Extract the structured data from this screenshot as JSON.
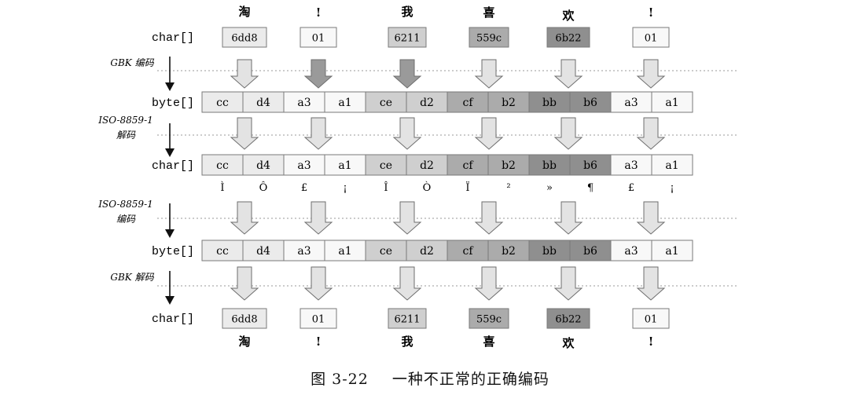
{
  "chars_top": [
    "淘",
    "!",
    "我",
    "喜",
    "欢",
    "!"
  ],
  "chars_bottom": [
    "淘",
    "!",
    "我",
    "喜",
    "欢",
    "!"
  ],
  "char_codes": [
    "6dd8",
    "01",
    "6211",
    "559c",
    "6b22",
    "01"
  ],
  "bytes": [
    "cc",
    "d4",
    "a3",
    "a1",
    "ce",
    "d2",
    "cf",
    "b2",
    "bb",
    "b6",
    "a3",
    "a1"
  ],
  "latin_chars": [
    "Ì",
    "Ô",
    "£",
    "¡",
    "Î",
    "Ò",
    "Ï",
    "²",
    "»",
    "¶",
    "£",
    "¡"
  ],
  "row_labels": {
    "char": "char[]",
    "byte": "byte[]"
  },
  "steps": [
    [
      "GBK 编码"
    ],
    [
      "ISO-8859-1",
      "解码"
    ],
    [
      "ISO-8859-1",
      "编码"
    ],
    [
      "GBK 解码"
    ]
  ],
  "caption": {
    "number": "图 3-22",
    "text": "一种不正常的正确编码"
  },
  "colors": {
    "group_shades": [
      "#ebebeb",
      "#f8f8f8",
      "#cfcfcf",
      "#ababab",
      "#8f8f8f",
      "#f8f8f8"
    ],
    "arrow_light": "#e3e3e3",
    "arrow_dark": "#9a9a9a",
    "border": "#7a7a7a"
  }
}
